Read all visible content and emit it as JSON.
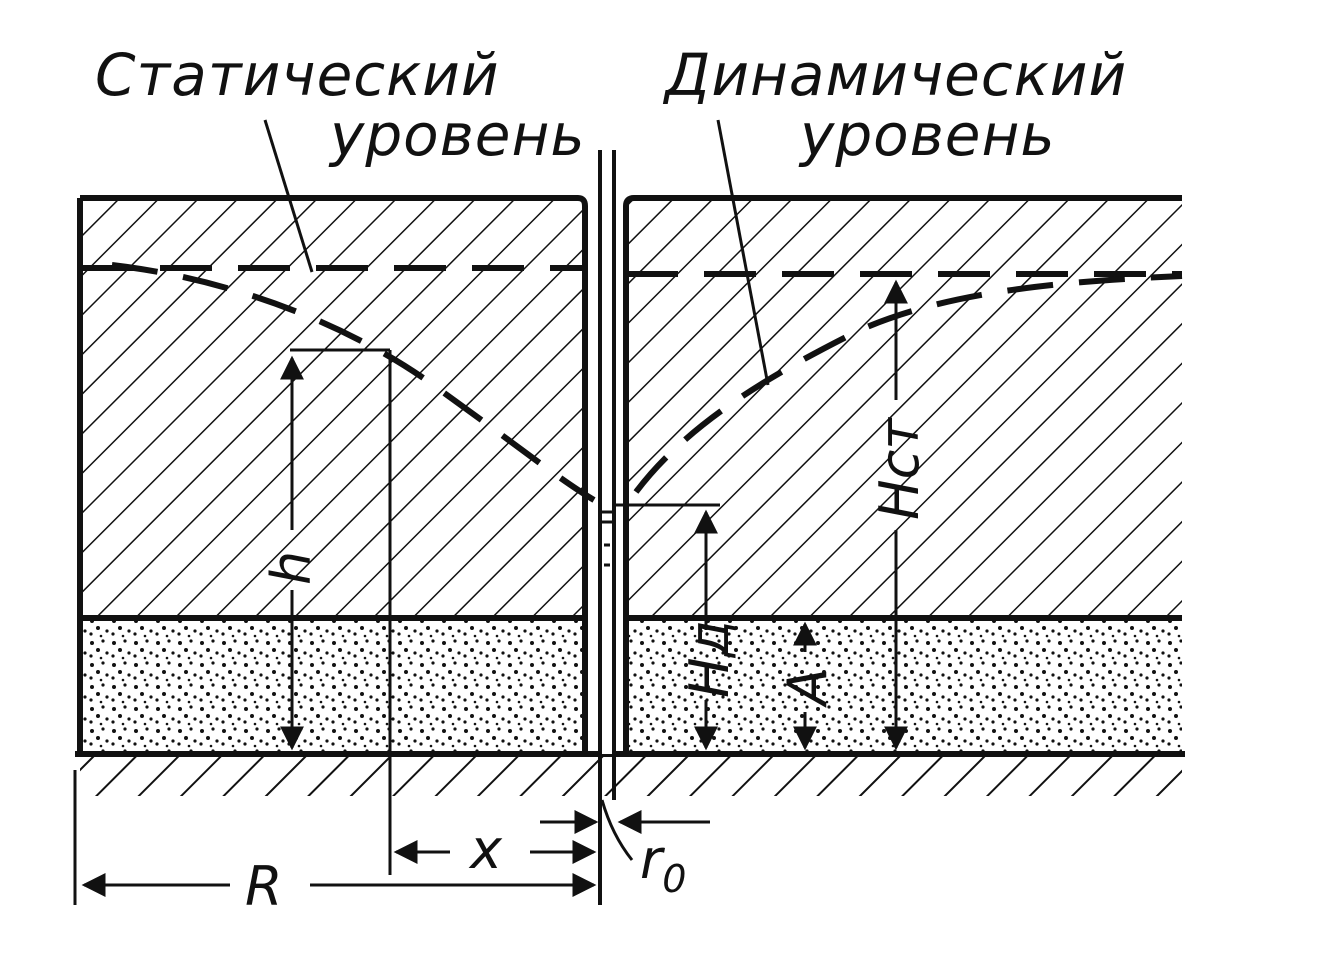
{
  "labels": {
    "static_level_line1": "Статический",
    "static_level_line2": "уровень",
    "dynamic_level_line1": "Динамический",
    "dynamic_level_line2": "уровень",
    "h": "h",
    "H_st": "Hст",
    "H_d": "Hд",
    "A": "A",
    "x": "x",
    "R": "R",
    "r0_main": "r",
    "r0_sub": "0"
  },
  "colors": {
    "ink": "#111111",
    "paper": "#ffffff"
  }
}
